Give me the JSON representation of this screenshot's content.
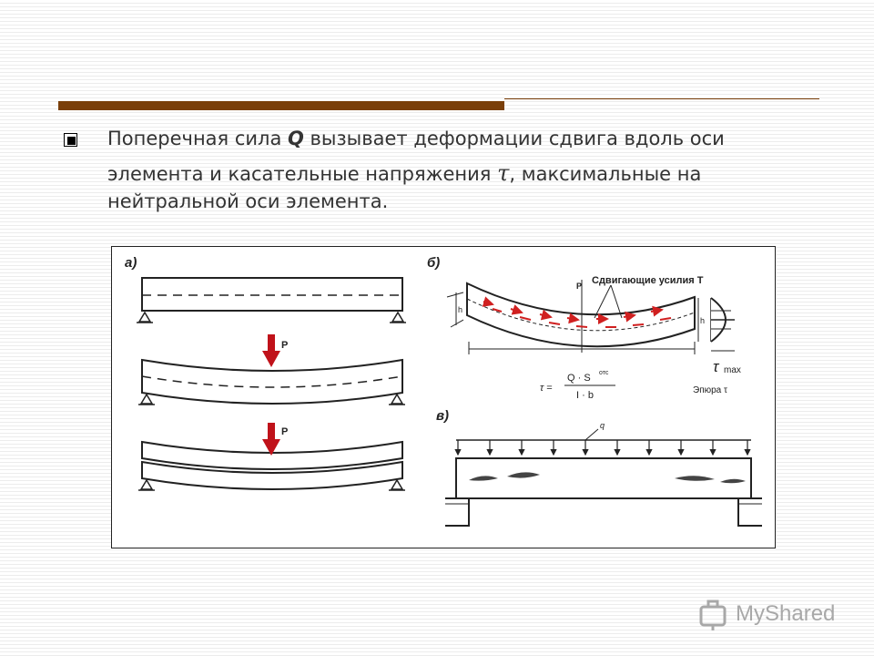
{
  "slide": {
    "bullet_text": {
      "line1_pre": "Поперечная сила ",
      "line1_q": "Q",
      "line1_post": " вызывает деформации сдвига вдоль оси",
      "line2_pre": "элемента и касательные напряжения ",
      "line2_tau": "τ",
      "line2_post": ", максимальные на",
      "line3": "нейтральной оси элемента."
    }
  },
  "figure": {
    "panel_a": "а)",
    "panel_b": "б)",
    "panel_v": "в)",
    "load_p1": "P",
    "load_p2": "P",
    "load_p3": "P",
    "shear_label": "Сдвигающие усилия T",
    "formula_lhs": "τ =",
    "formula_num": "Q · S",
    "formula_sup": "отс",
    "formula_den": "I · b",
    "h_label_left": "h",
    "h_label_right": "h",
    "tau_max_symbol": "τ",
    "tau_max_sub": "max",
    "epure_label": "Эпюра τ",
    "q_label": "q",
    "p_top_b": "P"
  },
  "watermark": {
    "text": "MyShared"
  },
  "colors": {
    "title_bar": "#7a3f0a",
    "load_arrow": "#c0121a",
    "shear_arrows": "#d02020"
  }
}
